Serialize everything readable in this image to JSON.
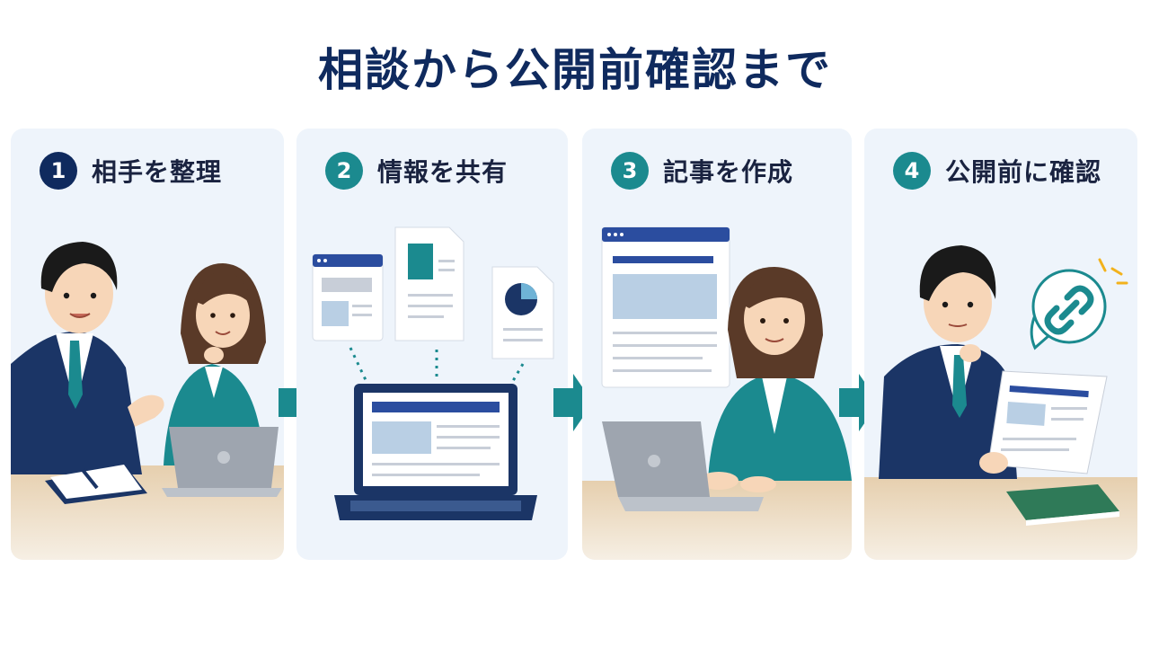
{
  "title": "相談から公開前確認まで",
  "colors": {
    "navy": "#0f2a5e",
    "teal": "#1b8a8f",
    "panel": "#eef4fb",
    "desk": "#e9d4b4"
  },
  "steps": [
    {
      "number": "1",
      "label": "相手を整理"
    },
    {
      "number": "2",
      "label": "情報を共有"
    },
    {
      "number": "3",
      "label": "記事を作成"
    },
    {
      "number": "4",
      "label": "公開前に確認"
    }
  ]
}
